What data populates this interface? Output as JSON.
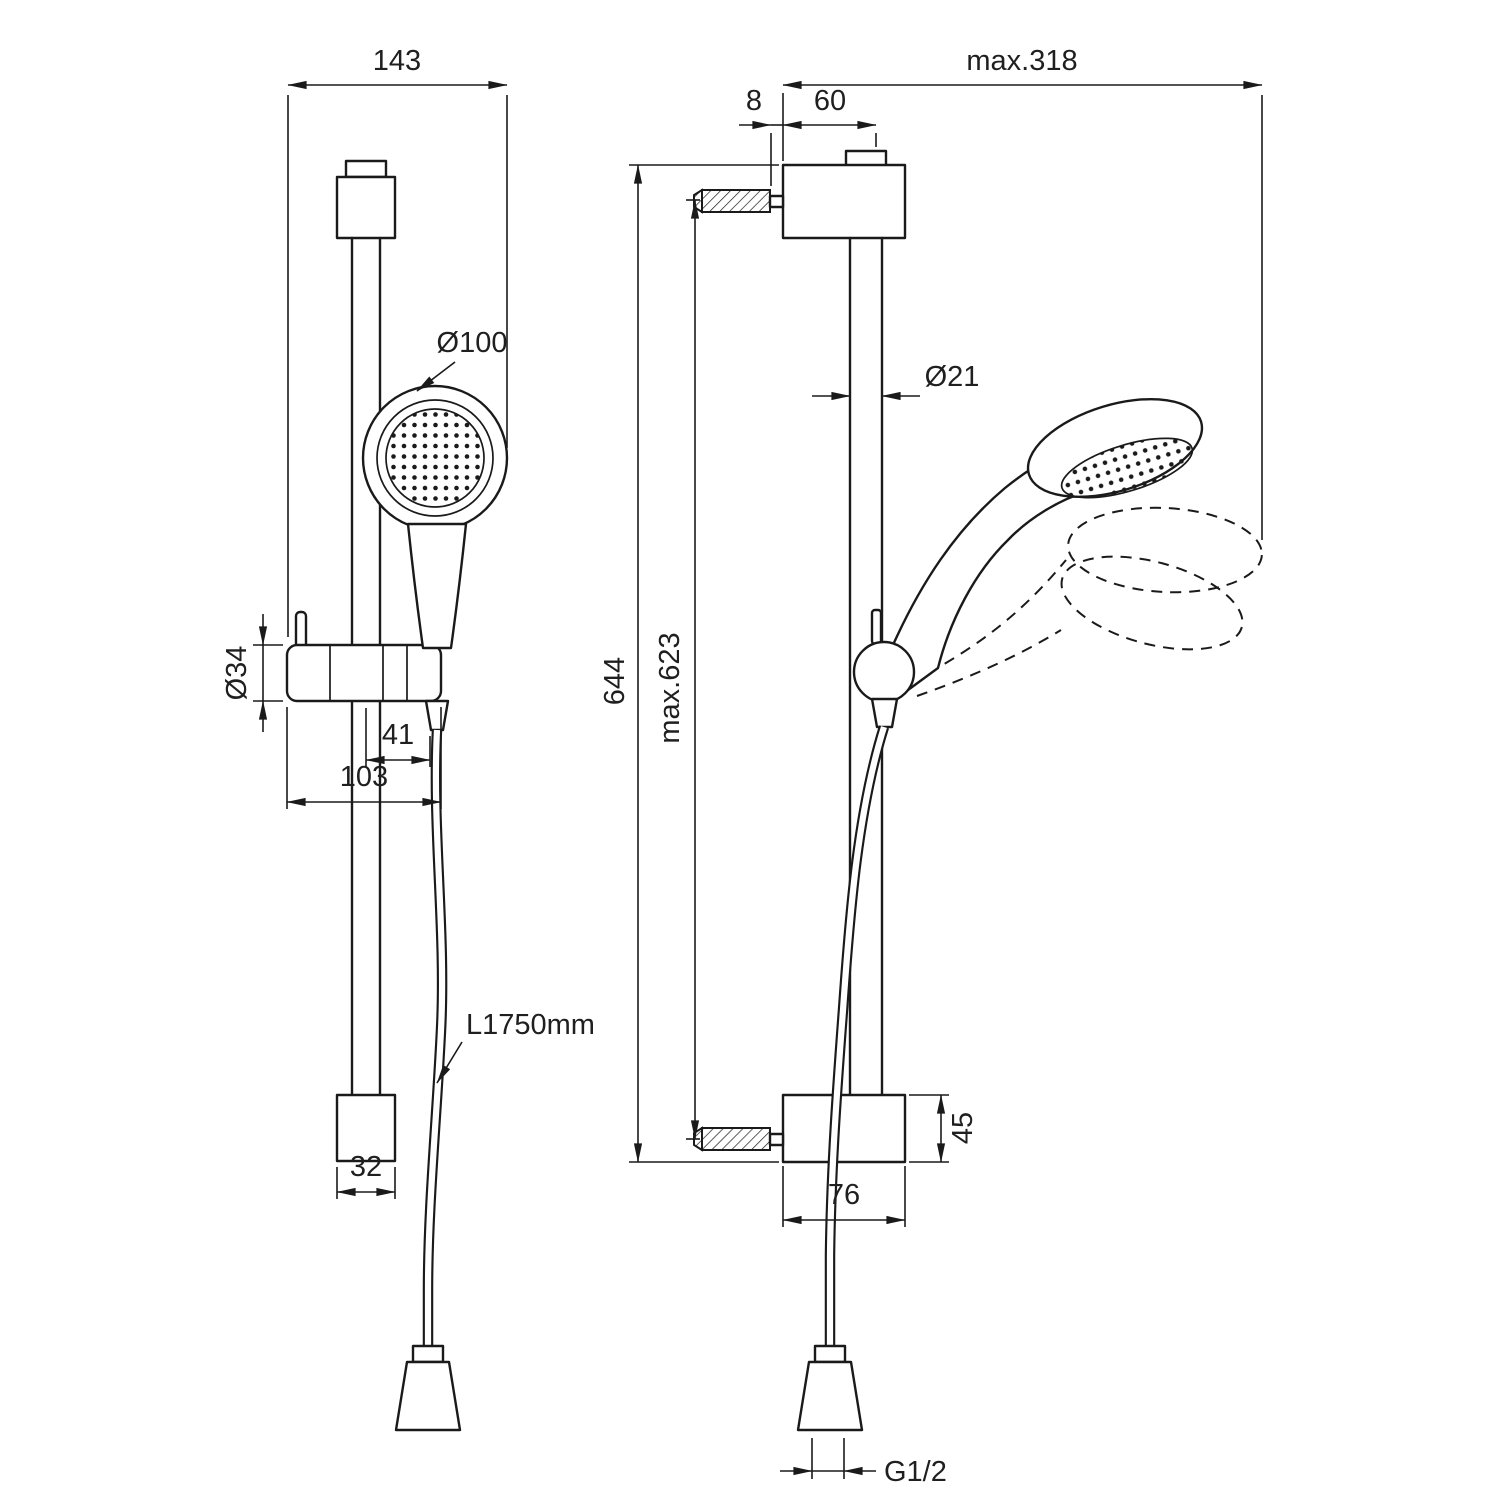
{
  "page": {
    "background": "#ffffff",
    "line_color": "#1a1a1a",
    "text_color": "#1f1f1f",
    "description": "Technical dimension drawing of a shower rail set with hand shower, wall brackets and flexible hose (front and side views)"
  },
  "front_view": {
    "name": "front-view",
    "dims": {
      "overall_width": "143",
      "handspray_diameter": "Ø100",
      "holder_diameter": "Ø34",
      "rail_to_spray_axis": "41",
      "holder_length": "103",
      "base_width": "32",
      "hose_length": "L1750mm"
    }
  },
  "side_view": {
    "name": "side-view",
    "dims": {
      "max_reach": "max.318",
      "plug_depth": "8",
      "bracket_depth": "60",
      "rail_diameter": "Ø21",
      "overall_height": "644",
      "max_slider_travel": "max.623",
      "bracket_height": "45",
      "bracket_width": "76",
      "connection_thread": "G1/2"
    }
  }
}
